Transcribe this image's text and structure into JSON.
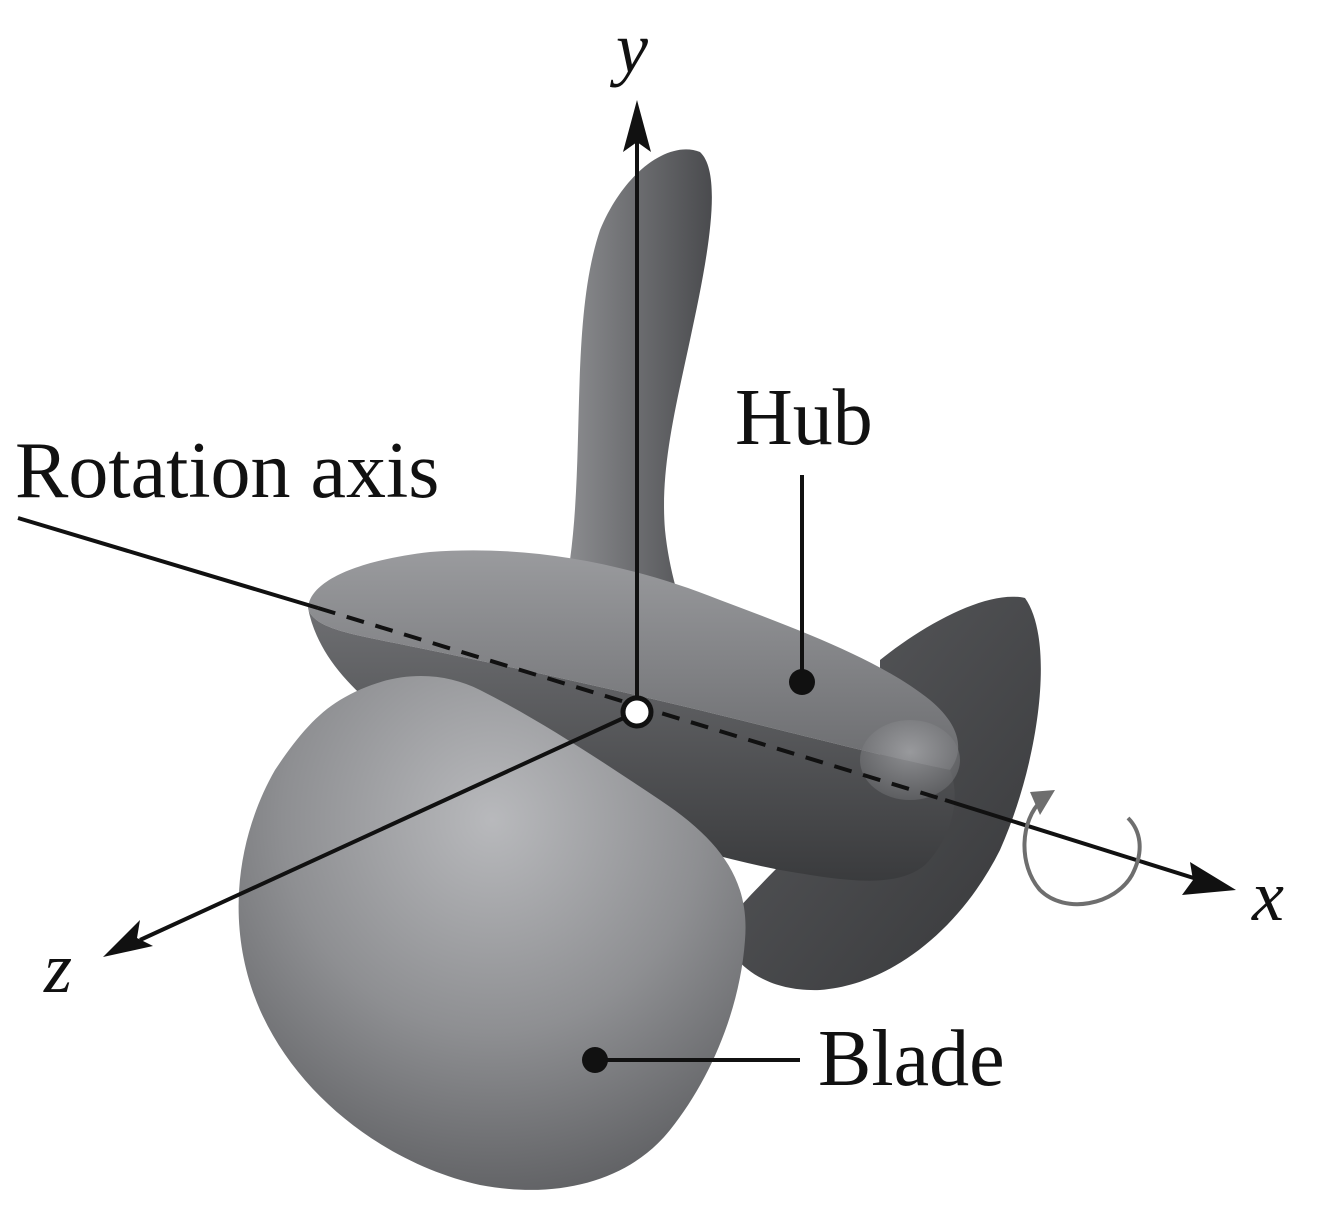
{
  "labels": {
    "rotation_axis": "Rotation axis",
    "hub": "Hub",
    "blade": "Blade"
  },
  "axes": {
    "x": "x",
    "y": "y",
    "z": "z"
  },
  "colors": {
    "background": "#ffffff",
    "ink": "#111111",
    "propeller_light": "#b5b6b9",
    "propeller_mid": "#7c7d80",
    "propeller_dark": "#3f4042",
    "rotation_arrow": "#6e6e6e"
  }
}
